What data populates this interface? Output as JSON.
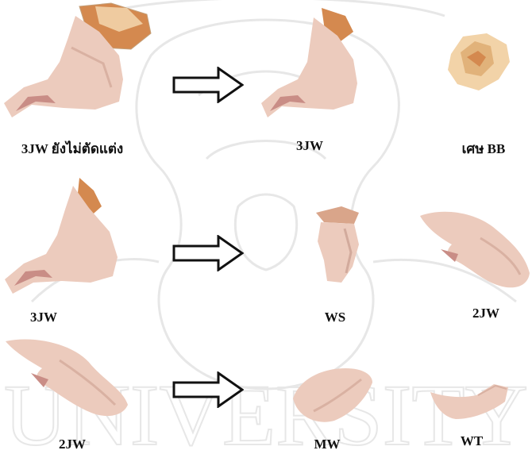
{
  "captions": {
    "r1_source": "3JW ยังไม่ตัดแต่ง",
    "r1_product": "3JW",
    "r1_trim": "เศษ BB",
    "r2_source": "3JW",
    "r2_part_a": "WS",
    "r2_part_b": "2JW",
    "r3_source": "2JW",
    "r3_part_a": "MW",
    "r3_part_b": "WT"
  },
  "watermark_text": "UNIVERSITY",
  "colors": {
    "skin": "#eccbbd",
    "skin_shadow": "#c98d86",
    "meat": "#d4894f",
    "bone": "#f2d3a8",
    "watermark": "#e7e7e7",
    "arrow": "#111111"
  }
}
